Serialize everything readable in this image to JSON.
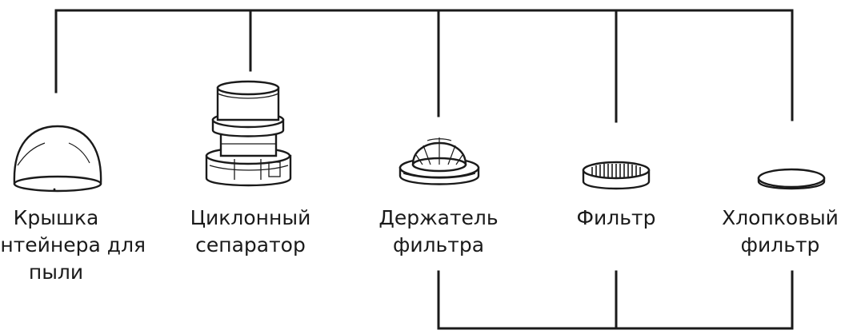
{
  "parts": [
    {
      "id": "lid",
      "icon": "dust-container-lid-icon",
      "label_lines": [
        "Крышка",
        "контейнера для",
        "пыли"
      ]
    },
    {
      "id": "cyclone",
      "icon": "cyclone-separator-icon",
      "label_lines": [
        "Циклонный",
        "сепаратор"
      ]
    },
    {
      "id": "holder",
      "icon": "filter-holder-icon",
      "label_lines": [
        "Держатель",
        "фильтра"
      ]
    },
    {
      "id": "filter",
      "icon": "filter-icon",
      "label_lines": [
        "Фильтр"
      ]
    },
    {
      "id": "cotton",
      "icon": "cotton-filter-icon",
      "label_lines": [
        "Хлопковый",
        "фильтр"
      ]
    }
  ],
  "colors": {
    "line": "#1a1a1a",
    "ink": "#1a1a1a",
    "background": "#ffffff"
  }
}
